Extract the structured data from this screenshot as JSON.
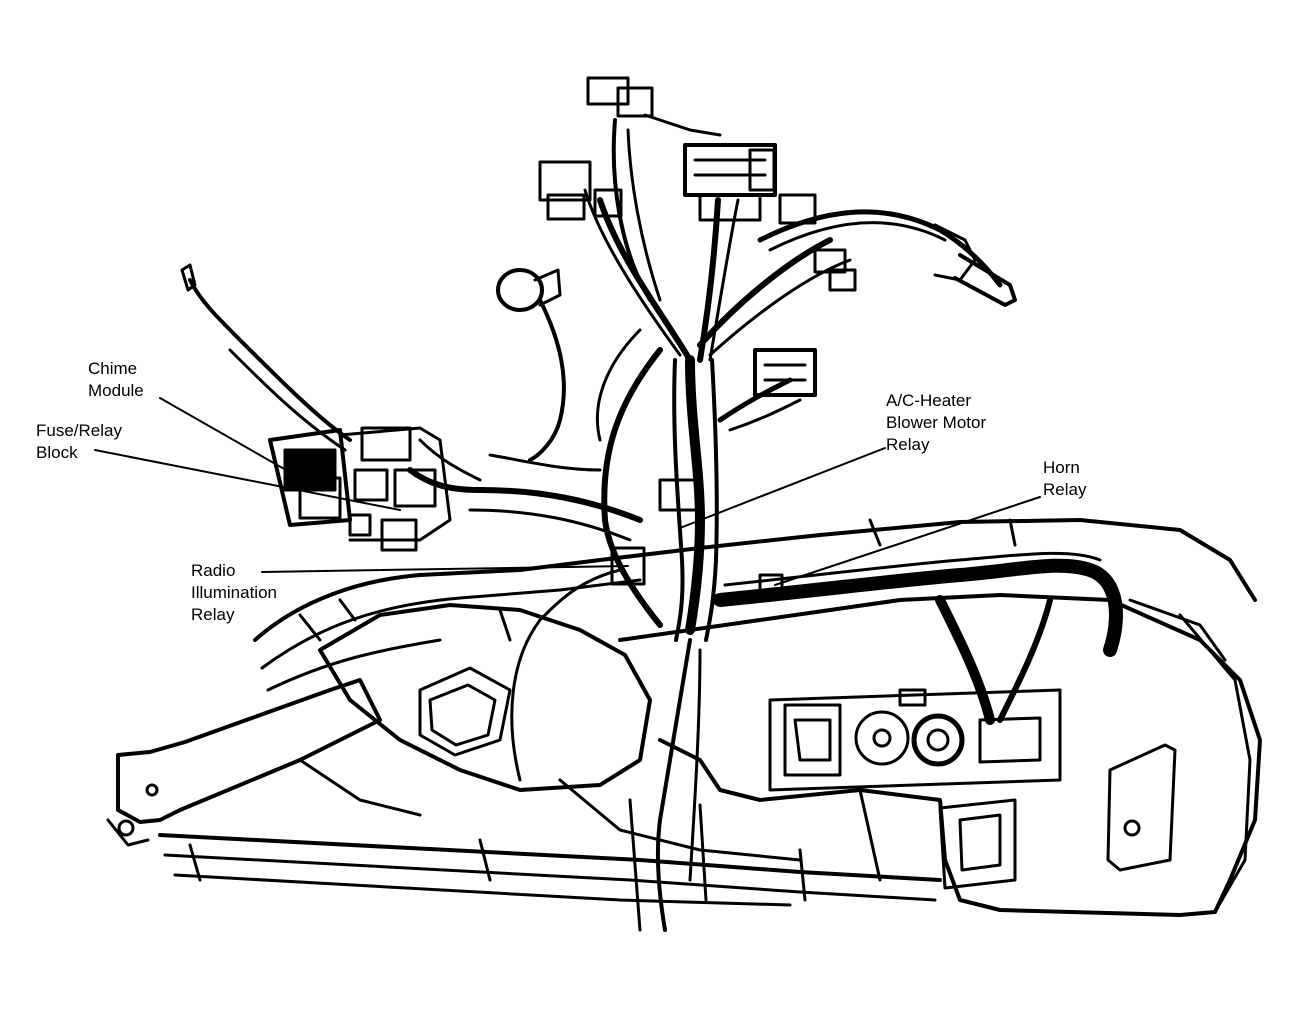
{
  "callouts": {
    "chime_module": {
      "line1": "Chime",
      "line2": "Module"
    },
    "fuse_relay_block": {
      "line1": "Fuse/Relay",
      "line2": "Block"
    },
    "radio_illumination_relay": {
      "line1": "Radio",
      "line2": "Illumination",
      "line3": "Relay"
    },
    "ac_heater_blower_motor_relay": {
      "line1": "A/C-Heater",
      "line2": "Blower Motor",
      "line3": "Relay"
    },
    "horn_relay": {
      "line1": "Horn",
      "line2": "Relay"
    }
  },
  "colors": {
    "ink": "#000000",
    "paper": "#ffffff"
  }
}
